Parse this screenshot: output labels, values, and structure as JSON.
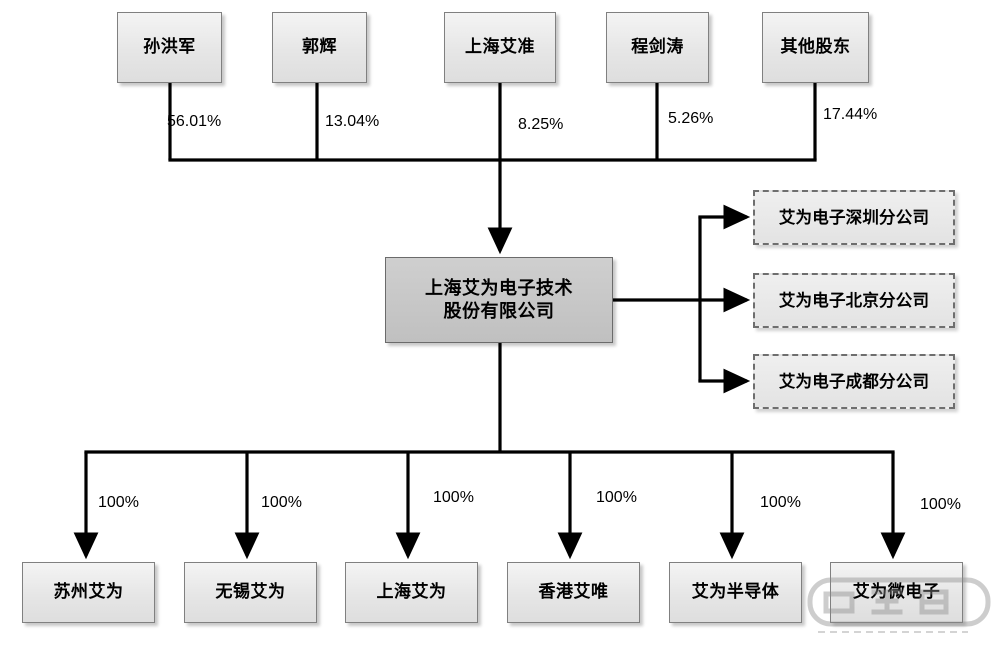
{
  "diagram": {
    "title": "上海艾为电子技术股份有限公司 股权与组织结构图",
    "colors": {
      "background": "#ffffff",
      "node_fill": "#e6e6e6",
      "main_node_fill": "#c6c6c6",
      "node_border": "#808080",
      "branch_border": "#6e6e6e",
      "line": "#000000",
      "text": "#000000"
    }
  },
  "shareholders": [
    {
      "label": "孙洪军",
      "percent": "56.01%"
    },
    {
      "label": "郭辉",
      "percent": "13.04%"
    },
    {
      "label": "上海艾准",
      "percent": "8.25%"
    },
    {
      "label": "程剑涛",
      "percent": "5.26%"
    },
    {
      "label": "其他股东",
      "percent": "17.44%"
    }
  ],
  "main_company": {
    "line1": "上海艾为电子技术",
    "line2": "股份有限公司"
  },
  "branches": [
    {
      "label": "艾为电子深圳分公司"
    },
    {
      "label": "艾为电子北京分公司"
    },
    {
      "label": "艾为电子成都分公司"
    }
  ],
  "subsidiaries": [
    {
      "label": "苏州艾为",
      "percent": "100%"
    },
    {
      "label": "无锡艾为",
      "percent": "100%"
    },
    {
      "label": "上海艾为",
      "percent": "100%"
    },
    {
      "label": "香港艾唯",
      "percent": "100%"
    },
    {
      "label": "艾为半导体",
      "percent": "100%"
    },
    {
      "label": "艾为微电子",
      "percent": "100%"
    }
  ]
}
